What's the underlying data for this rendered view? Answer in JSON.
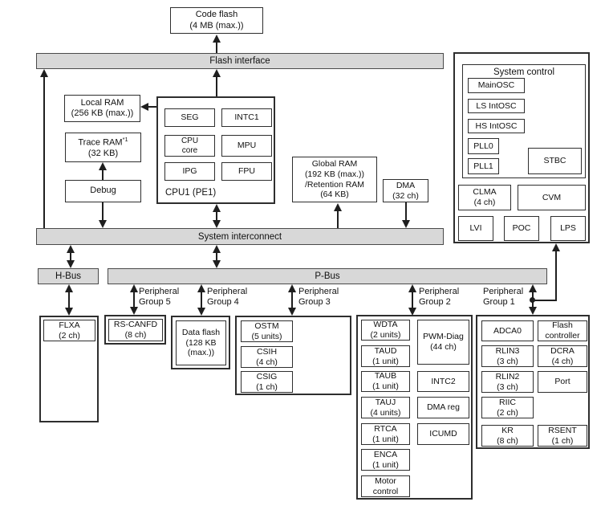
{
  "colors": {
    "bar_fill": "#d8d8d8",
    "line": "#1f1f1f",
    "background": "#ffffff"
  },
  "top": {
    "code_flash_1": "Code flash",
    "code_flash_2": "(4 MB (max.))",
    "flash_interface": "Flash interface"
  },
  "buses": {
    "system_interconnect": "System interconnect",
    "h_bus": "H-Bus",
    "p_bus": "P-Bus"
  },
  "left": {
    "local_ram_1": "Local RAM",
    "local_ram_2": "(256 KB (max.))",
    "trace_ram_1": "Trace RAM",
    "trace_ram_sup": "*1",
    "trace_ram_2": "(32 KB)",
    "debug": "Debug"
  },
  "cpu1": {
    "label": "CPU1 (PE1)",
    "seg": "SEG",
    "intc1": "INTC1",
    "cpu_core_1": "CPU",
    "cpu_core_2": "core",
    "mpu": "MPU",
    "ipg": "IPG",
    "fpu": "FPU"
  },
  "memory": {
    "global_ram_1": "Global RAM",
    "global_ram_2": "(192 KB (max.))",
    "global_ram_3": "/Retention RAM",
    "global_ram_4": "(64 KB)",
    "dma_1": "DMA",
    "dma_2": "(32 ch)"
  },
  "system_control": {
    "title": "System control",
    "mainosc": "MainOSC",
    "ls_intosc": "LS IntOSC",
    "hs_intosc": "HS IntOSC",
    "pll0": "PLL0",
    "pll1": "PLL1",
    "stbc": "STBC",
    "clma_1": "CLMA",
    "clma_2": "(4 ch)",
    "cvm": "CVM",
    "lvi": "LVI",
    "poc": "POC",
    "lps": "LPS"
  },
  "group_labels": {
    "g5_1": "Peripheral",
    "g5_2": "Group 5",
    "g4_1": "Peripheral",
    "g4_2": "Group 4",
    "g3_1": "Peripheral",
    "g3_2": "Group 3",
    "g2_1": "Peripheral",
    "g2_2": "Group 2",
    "g1_1": "Peripheral",
    "g1_2": "Group 1"
  },
  "peripherals": {
    "flxa_1": "FLXA",
    "flxa_2": "(2 ch)",
    "rs_canfd_1": "RS-CANFD",
    "rs_canfd_2": "(8 ch)",
    "data_flash_1": "Data flash",
    "data_flash_2": "(128 KB",
    "data_flash_3": "(max.))",
    "ostm_1": "OSTM",
    "ostm_2": "(5 units)",
    "csih_1": "CSIH",
    "csih_2": "(4 ch)",
    "csig_1": "CSIG",
    "csig_2": "(1 ch)",
    "wdta_1": "WDTA",
    "wdta_2": "(2 units)",
    "taud_1": "TAUD",
    "taud_2": "(1 unit)",
    "taub_1": "TAUB",
    "taub_2": "(1 unit)",
    "tauj_1": "TAUJ",
    "tauj_2": "(4 units)",
    "rtca_1": "RTCA",
    "rtca_2": "(1 unit)",
    "enca_1": "ENCA",
    "enca_2": "(1 unit)",
    "motor_1": "Motor",
    "motor_2": "control",
    "pwm_diag_1": "PWM-Diag",
    "pwm_diag_2": "(44 ch)",
    "intc2": "INTC2",
    "dma_reg": "DMA reg",
    "icumd": "ICUMD",
    "adca0": "ADCA0",
    "flash_controller_1": "Flash",
    "flash_controller_2": "controller",
    "rlin3_1": "RLIN3",
    "rlin3_2": "(3 ch)",
    "dcra_1": "DCRA",
    "dcra_2": "(4 ch)",
    "rlin2_1": "RLIN2",
    "rlin2_2": "(3 ch)",
    "port": "Port",
    "riic_1": "RIIC",
    "riic_2": "(2 ch)",
    "kr_1": "KR",
    "kr_2": "(8 ch)",
    "rsent_1": "RSENT",
    "rsent_2": "(1 ch)"
  }
}
